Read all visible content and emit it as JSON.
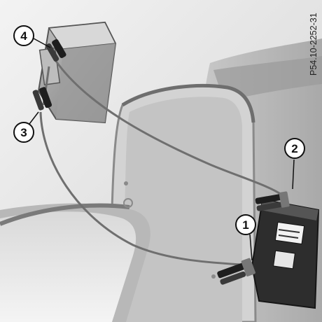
{
  "figure": {
    "reference_code": "P54.10-2252-31",
    "callouts": [
      {
        "number": "1",
        "meaning": "positive-terminal"
      },
      {
        "number": "2",
        "meaning": "ground-point"
      },
      {
        "number": "3",
        "meaning": "donor-positive"
      },
      {
        "number": "4",
        "meaning": "donor-negative"
      }
    ]
  },
  "colors": {
    "background_light": "#eeeeee",
    "background_mid": "#c8c8c8",
    "panel_dark": "#8c8c8c",
    "battery_dark": "#2d2d2d",
    "cable": "#6f6f6f",
    "clamp_black": "#1e1e1e",
    "callout_fill": "#ffffff",
    "callout_stroke": "#111111"
  }
}
